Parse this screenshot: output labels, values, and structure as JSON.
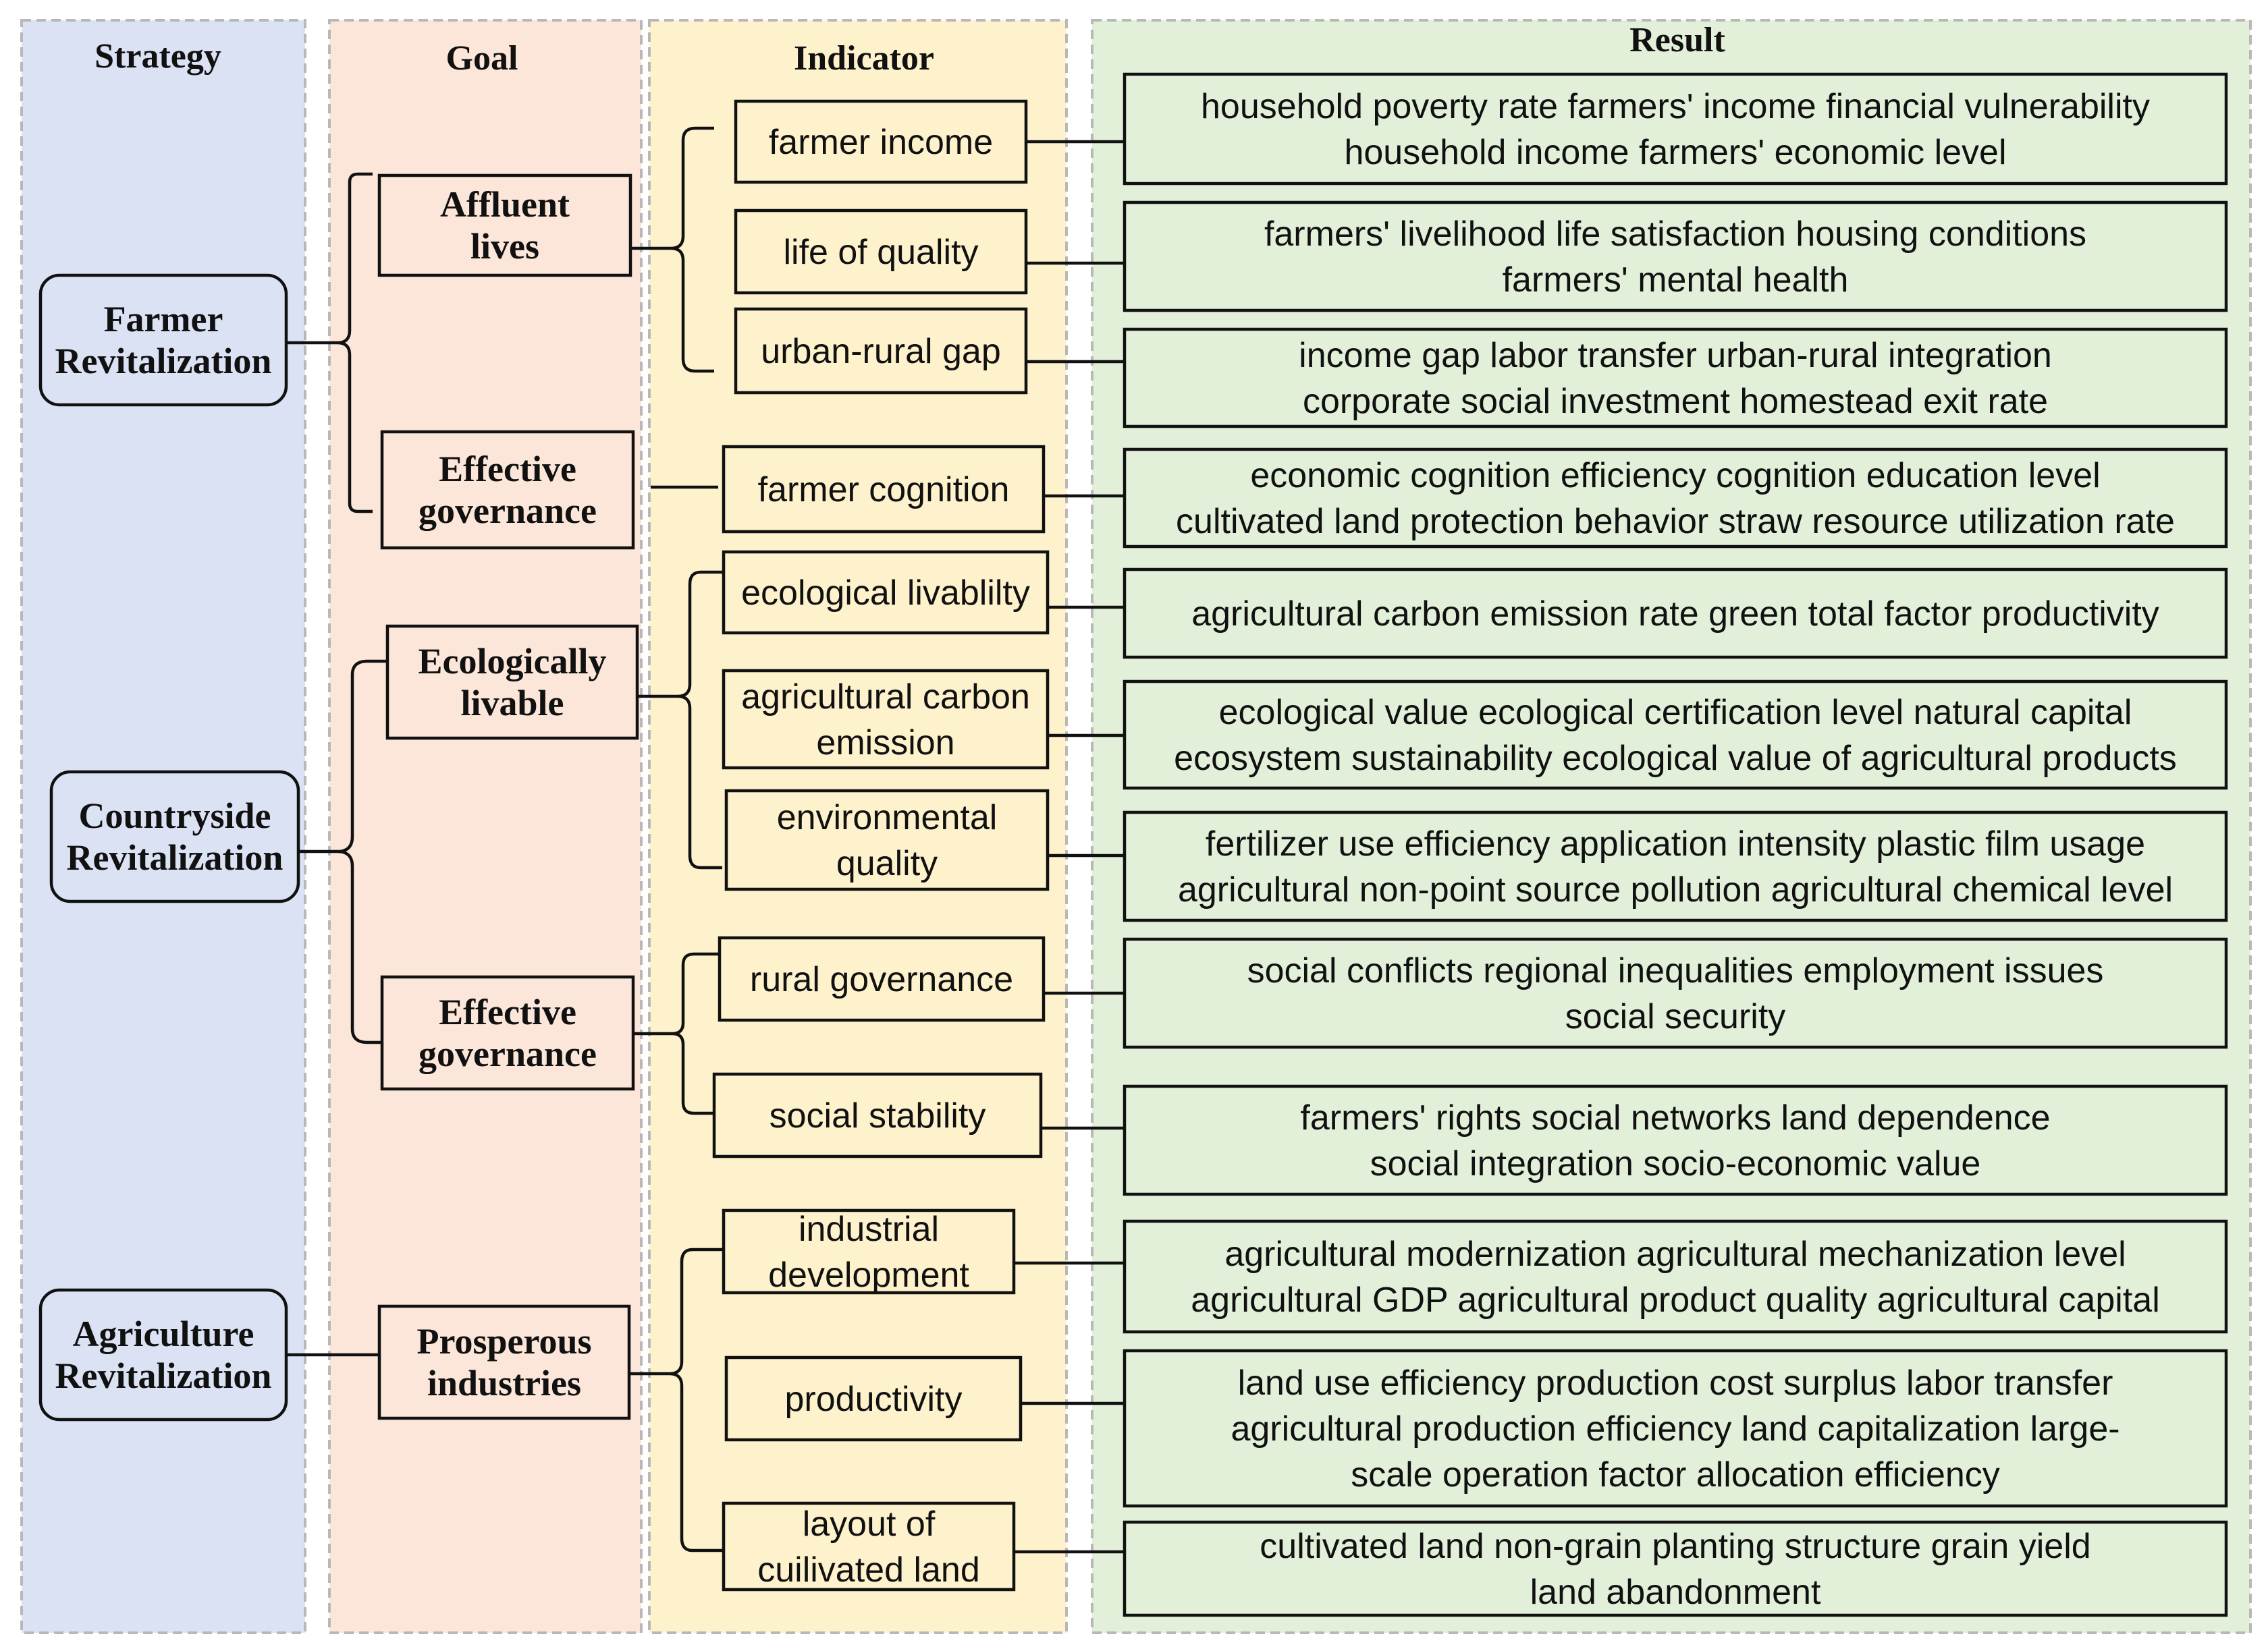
{
  "colors": {
    "strategy_bg": "#dbe2f3",
    "goal_bg": "#fbe6d9",
    "indicator_bg": "#fef2cc",
    "result_bg": "#e2efd9"
  },
  "headers": {
    "strategy": "Strategy",
    "goal": "Goal",
    "indicator": "Indicator",
    "result": "Result"
  },
  "strategies": [
    {
      "lines": [
        "Farmer",
        "Revitalization"
      ]
    },
    {
      "lines": [
        "Countryside",
        "Revitalization"
      ]
    },
    {
      "lines": [
        "Agriculture",
        "Revitalization"
      ]
    }
  ],
  "goals": [
    {
      "lines": [
        "Affluent",
        "lives"
      ]
    },
    {
      "lines": [
        "Effective",
        "governance"
      ]
    },
    {
      "lines": [
        "Ecologically",
        "livable"
      ]
    },
    {
      "lines": [
        "Effective",
        "governance"
      ]
    },
    {
      "lines": [
        "Prosperous",
        "industries"
      ]
    }
  ],
  "indicators": [
    {
      "lines": [
        "farmer income"
      ]
    },
    {
      "lines": [
        "life of quality"
      ]
    },
    {
      "lines": [
        "urban-rural gap"
      ]
    },
    {
      "lines": [
        "farmer cognition"
      ]
    },
    {
      "lines": [
        "ecological livablilty"
      ]
    },
    {
      "lines": [
        "agricultural carbon",
        "emission"
      ]
    },
    {
      "lines": [
        "environmental",
        "quality"
      ]
    },
    {
      "lines": [
        "rural governance"
      ]
    },
    {
      "lines": [
        "social stability"
      ]
    },
    {
      "lines": [
        "industrial",
        "development"
      ]
    },
    {
      "lines": [
        "productivity"
      ]
    },
    {
      "lines": [
        "layout of",
        "cuilivated land"
      ]
    }
  ],
  "results": [
    {
      "lines": [
        "household poverty rate  farmers' income  financial vulnerability",
        "household income    farmers' economic level"
      ]
    },
    {
      "lines": [
        "farmers' livelihood    life satisfaction     housing conditions",
        "farmers' mental health"
      ]
    },
    {
      "lines": [
        "income gap    labor transfer    urban-rural integration",
        "corporate social investment    homestead exit rate"
      ]
    },
    {
      "lines": [
        "economic cognition  efficiency cognition   education level",
        "cultivated land protection behavior  straw resource utilization rate"
      ]
    },
    {
      "lines": [
        "agricultural carbon emission rate  green total factor productivity"
      ]
    },
    {
      "lines": [
        "ecological value   ecological certification level   natural capital",
        "ecosystem sustainability ecological value of agricultural products"
      ]
    },
    {
      "lines": [
        "fertilizer use efficiency application intensity  plastic film usage",
        "agricultural non-point source pollution  agricultural chemical level"
      ]
    },
    {
      "lines": [
        "social conflicts  regional inequalities  employment issues",
        "social security"
      ]
    },
    {
      "lines": [
        "farmers' rights       social networks       land dependence",
        "social integration    socio-economic value"
      ]
    },
    {
      "lines": [
        "agricultural modernization  agricultural mechanization level",
        "agricultural GDP  agricultural product quality  agricultural capital"
      ]
    },
    {
      "lines": [
        "land use efficiency  production cost surplus labor transfer",
        "agricultural production efficiency   land capitalization large-",
        "scale  operation   factor allocation efficiency"
      ]
    },
    {
      "lines": [
        "cultivated land  non-grain planting  structure grain yield",
        "land abandonment"
      ]
    }
  ]
}
